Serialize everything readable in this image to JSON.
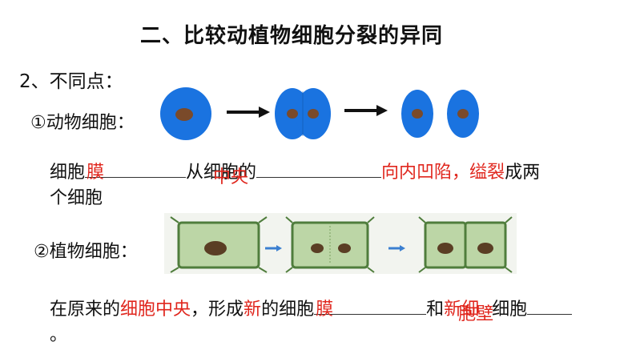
{
  "title": "二、比较动植物细胞分裂的异同",
  "subtitle": "2、不同点：",
  "animal": {
    "label": "①动物细胞：",
    "line1_pre": "细胞",
    "line1_blank1_answer": "膜",
    "line1_mid": "从细胞的",
    "line1_overlay": "中央",
    "line1_blank2_answer": "向内凹陷，",
    "line1_answer2": "缢裂",
    "line1_post": "成两",
    "line2": "个细胞"
  },
  "plant": {
    "label": "②植物细胞：",
    "line1_pre": "在原来的",
    "line1_red1": "细胞中央",
    "line1_mid": "，形成",
    "line1_red2": "新",
    "line1_mid2": "的细胞",
    "line1_blank1_answer": "膜",
    "line1_and": "和",
    "line1_red3": "新细",
    "line1_overlay": "胞壁",
    "line1_post": "细胞",
    "line2": "。"
  },
  "colors": {
    "cell_blue": "#1a73e0",
    "nucleus": "#7a4a2a",
    "plant_wall": "#4f7d3c",
    "plant_fill": "#bcd6a6",
    "answer_red": "#e0261d",
    "arrow_blue": "#3b7fd0"
  }
}
